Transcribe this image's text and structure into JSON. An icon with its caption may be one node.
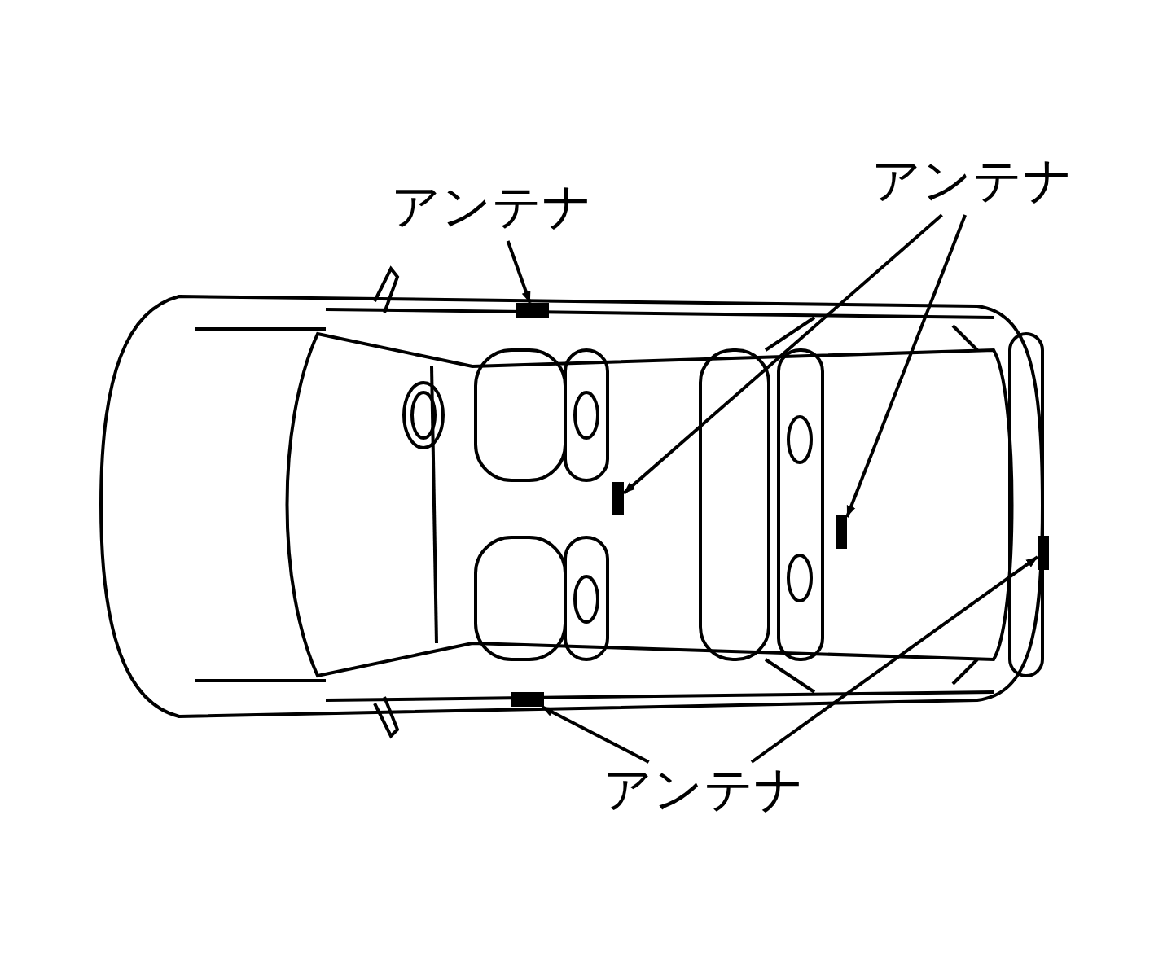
{
  "diagram": {
    "nodes": [
      {
        "text": [
          "アンテナ"
        ]
      },
      {
        "text": [
          "アンテナ"
        ]
      },
      {
        "text": [],
        "shape": "box"
      },
      {
        "text": [],
        "shape": "box"
      },
      {
        "text": [],
        "shape": "box"
      },
      {
        "text": [],
        "shape": "box"
      },
      {
        "text": [],
        "shape": "box"
      },
      {
        "text": [
          "アンテナ"
        ]
      }
    ],
    "edges": [
      {
        "from": 0,
        "to": 2,
        "arrow": "to"
      },
      {
        "from": 1,
        "to": 3,
        "arrow": "to"
      },
      {
        "from": 1,
        "to": 4,
        "arrow": "to"
      },
      {
        "from": 7,
        "to": 6,
        "arrow": "to"
      },
      {
        "from": 7,
        "to": 5,
        "arrow": "to"
      }
    ]
  }
}
